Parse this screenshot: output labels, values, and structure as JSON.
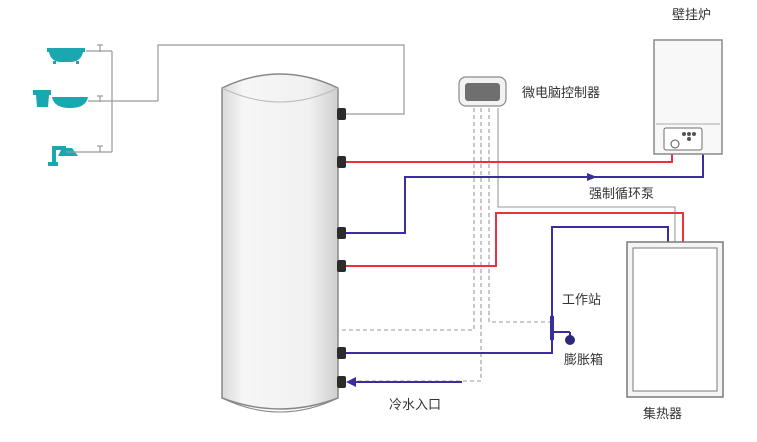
{
  "labels": {
    "boiler": "壁挂炉",
    "controller": "微电脑控制器",
    "pump": "强制循环泵",
    "workstation": "工作站",
    "expansion_tank": "膨胀箱",
    "cold_water_inlet": "冷水入口",
    "collector": "集热器"
  },
  "icons": [
    "bathtub-icon",
    "sink-icon",
    "shower-icon"
  ],
  "colors": {
    "hot_pipe": "#e8323c",
    "cold_pipe": "#3a2f9a",
    "sensor_line": "#9a9a9a",
    "fixture": "#1aa7b0",
    "outline": "#8a8a8a"
  }
}
